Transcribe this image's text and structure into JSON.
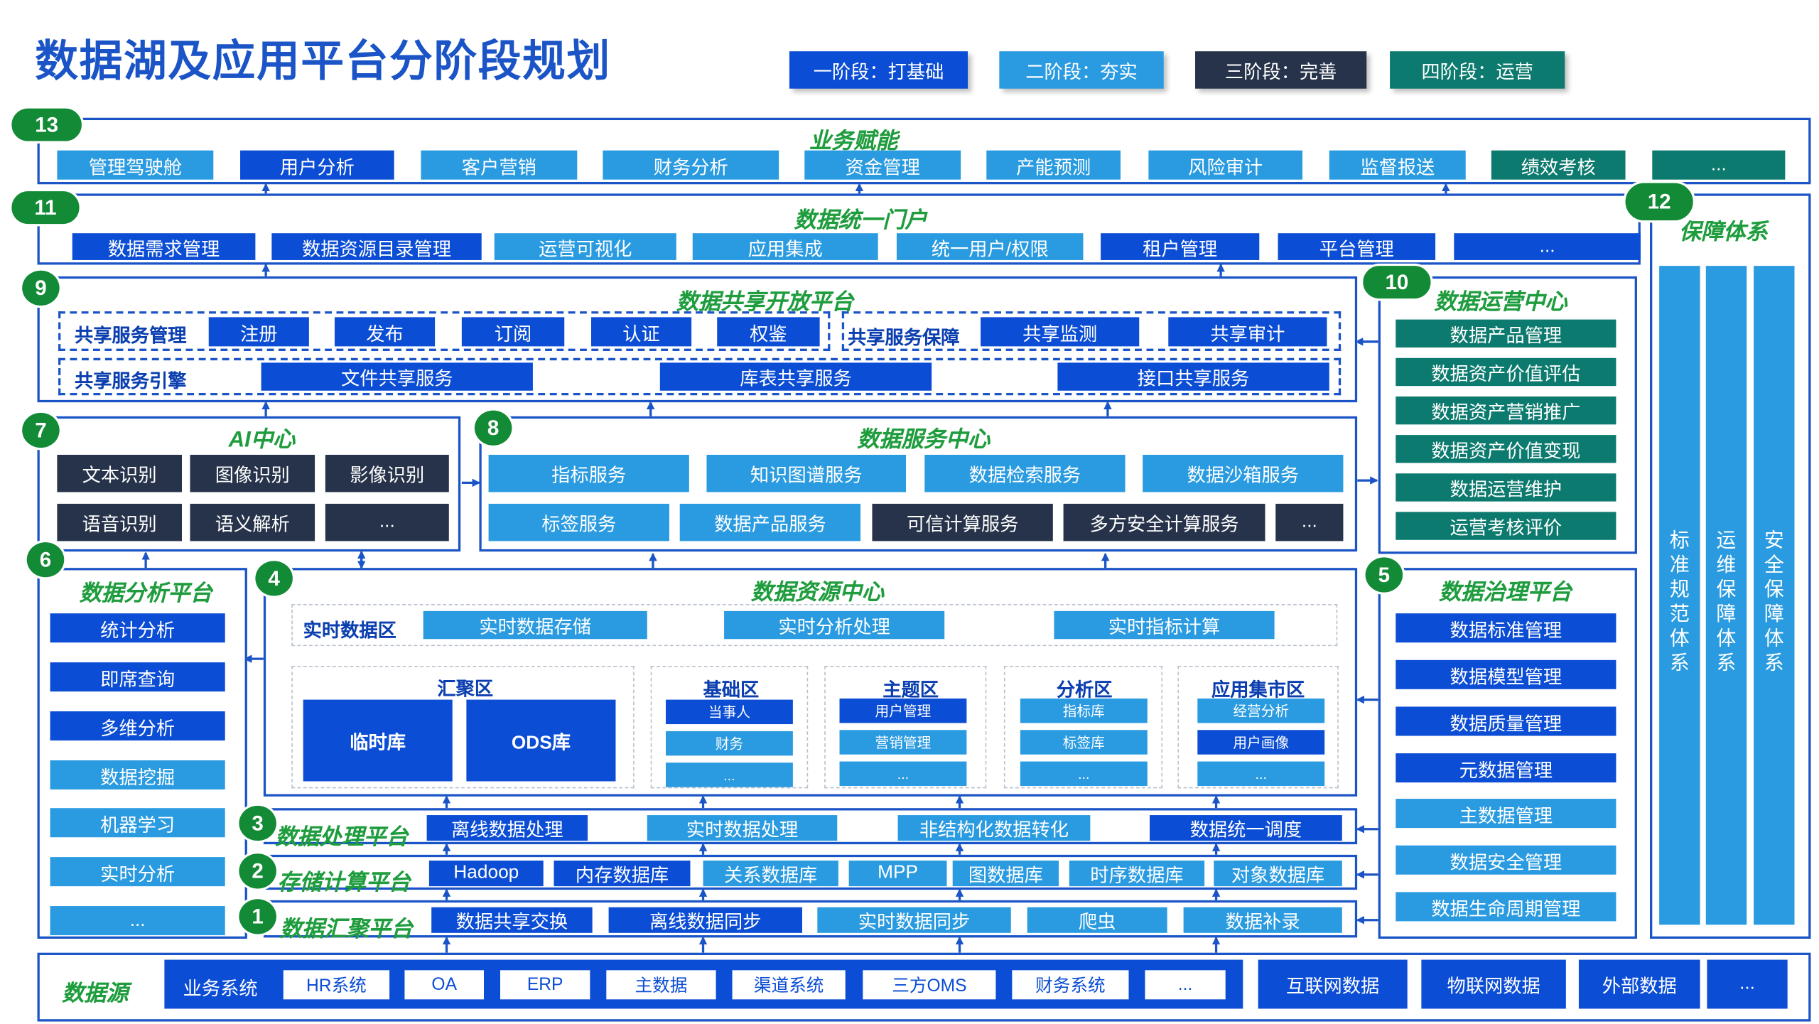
{
  "title": "数据湖及应用平台分阶段规划",
  "legend": [
    "一阶段：打基础",
    "二阶段：夯实",
    "三阶段：完善",
    "四阶段：运营"
  ],
  "badges": [
    "13",
    "11",
    "12",
    "9",
    "10",
    "7",
    "8",
    "6",
    "4",
    "5",
    "3",
    "2",
    "1"
  ],
  "biz": {
    "title": "业务赋能",
    "items": [
      "管理驾驶舱",
      "用户分析",
      "客户营销",
      "财务分析",
      "资金管理",
      "产能预测",
      "风险审计",
      "监督报送",
      "绩效考核",
      "..."
    ]
  },
  "portal": {
    "title": "数据统一门户",
    "items": [
      "数据需求管理",
      "数据资源目录管理",
      "运营可视化",
      "应用集成",
      "统一用户/权限",
      "租户管理",
      "平台管理",
      "..."
    ]
  },
  "assurance": {
    "title": "保障体系",
    "cols": [
      [
        "标",
        "准",
        "规",
        "范",
        "体",
        "系"
      ],
      [
        "运",
        "维",
        "保",
        "障",
        "体",
        "系"
      ],
      [
        "安",
        "全",
        "保",
        "障",
        "体",
        "系"
      ]
    ]
  },
  "share": {
    "title": "数据共享开放平台",
    "mgmt_label": "共享服务管理",
    "mgmt_items": [
      "注册",
      "发布",
      "订阅",
      "认证",
      "权鉴"
    ],
    "guard_label": "共享服务保障",
    "guard_items": [
      "共享监测",
      "共享审计"
    ],
    "engine_label": "共享服务引擎",
    "engine_items": [
      "文件共享服务",
      "库表共享服务",
      "接口共享服务"
    ]
  },
  "ops": {
    "title": "数据运营中心",
    "items": [
      "数据产品管理",
      "数据资产价值评估",
      "数据资产营销推广",
      "数据资产价值变现",
      "数据运营维护",
      "运营考核评价"
    ]
  },
  "ai": {
    "title": "AI中心",
    "items": [
      "文本识别",
      "图像识别",
      "影像识别",
      "语音识别",
      "语义解析",
      "..."
    ]
  },
  "svc": {
    "title": "数据服务中心",
    "row1": [
      "指标服务",
      "知识图谱服务",
      "数据检索服务",
      "数据沙箱服务"
    ],
    "row2": [
      "标签服务",
      "数据产品服务",
      "可信计算服务",
      "多方安全计算服务",
      "..."
    ]
  },
  "analysis": {
    "title": "数据分析平台",
    "items": [
      "统计分析",
      "即席查询",
      "多维分析",
      "数据挖掘",
      "机器学习",
      "实时分析",
      "..."
    ]
  },
  "resource": {
    "title": "数据资源中心",
    "rt_label": "实时数据区",
    "rt_items": [
      "实时数据存储",
      "实时分析处理",
      "实时指标计算"
    ],
    "gather_label": "汇聚区",
    "gather_items": [
      "临时库",
      "ODS库"
    ],
    "zones": [
      {
        "label": "基础区",
        "items": [
          "当事人",
          "财务",
          "..."
        ]
      },
      {
        "label": "主题区",
        "items": [
          "用户管理",
          "营销管理",
          "..."
        ]
      },
      {
        "label": "分析区",
        "items": [
          "指标库",
          "标签库",
          "..."
        ]
      },
      {
        "label": "应用集市区",
        "items": [
          "经营分析",
          "用户画像",
          "..."
        ]
      }
    ]
  },
  "gov": {
    "title": "数据治理平台",
    "items": [
      "数据标准管理",
      "数据模型管理",
      "数据质量管理",
      "元数据管理",
      "主数据管理",
      "数据安全管理",
      "数据生命周期管理"
    ]
  },
  "proc": {
    "title": "数据处理平台",
    "items": [
      "离线数据处理",
      "实时数据处理",
      "非结构化数据转化",
      "数据统一调度"
    ]
  },
  "store": {
    "title": "存储计算平台",
    "items": [
      "Hadoop",
      "内存数据库",
      "关系数据库",
      "MPP",
      "图数据库",
      "时序数据库",
      "对象数据库"
    ]
  },
  "gatherp": {
    "title": "数据汇聚平台",
    "items": [
      "数据共享交换",
      "离线数据同步",
      "实时数据同步",
      "爬虫",
      "数据补录"
    ]
  },
  "source": {
    "title": "数据源",
    "biz_label": "业务系统",
    "biz_items": [
      "HR系统",
      "OA",
      "ERP",
      "主数据",
      "渠道系统",
      "三方OMS",
      "财务系统",
      "..."
    ],
    "ext_items": [
      "互联网数据",
      "物联网数据",
      "外部数据",
      "..."
    ]
  },
  "colors": {
    "phase1": "#0b4dd4",
    "phase2": "#2a9be0",
    "phase3": "#26334a",
    "phase4": "#0c7a6e",
    "frame": "#1a54c6",
    "header": "#1f9d3e"
  }
}
